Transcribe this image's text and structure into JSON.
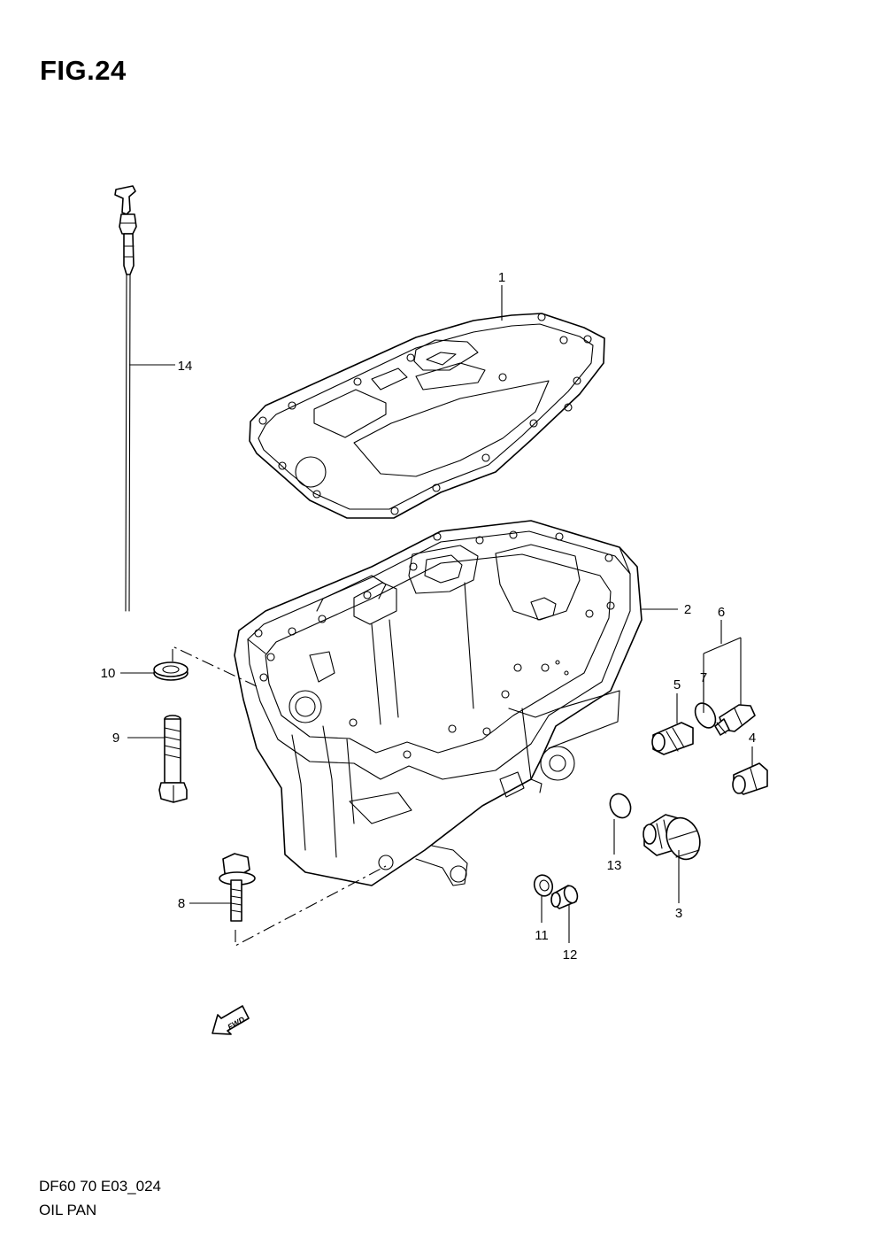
{
  "figure": {
    "title": "FIG.24"
  },
  "footer": {
    "code": "DF60 70 E03_024",
    "name": "OIL PAN"
  },
  "callouts": [
    {
      "id": "1",
      "label": "1"
    },
    {
      "id": "2",
      "label": "2"
    },
    {
      "id": "3",
      "label": "3"
    },
    {
      "id": "4",
      "label": "4"
    },
    {
      "id": "5",
      "label": "5"
    },
    {
      "id": "6",
      "label": "6"
    },
    {
      "id": "7",
      "label": "7"
    },
    {
      "id": "8",
      "label": "8"
    },
    {
      "id": "9",
      "label": "9"
    },
    {
      "id": "10",
      "label": "10"
    },
    {
      "id": "11",
      "label": "11"
    },
    {
      "id": "12",
      "label": "12"
    },
    {
      "id": "13",
      "label": "13"
    },
    {
      "id": "14",
      "label": "14"
    }
  ],
  "direction_arrow": {
    "label": "FWD"
  }
}
